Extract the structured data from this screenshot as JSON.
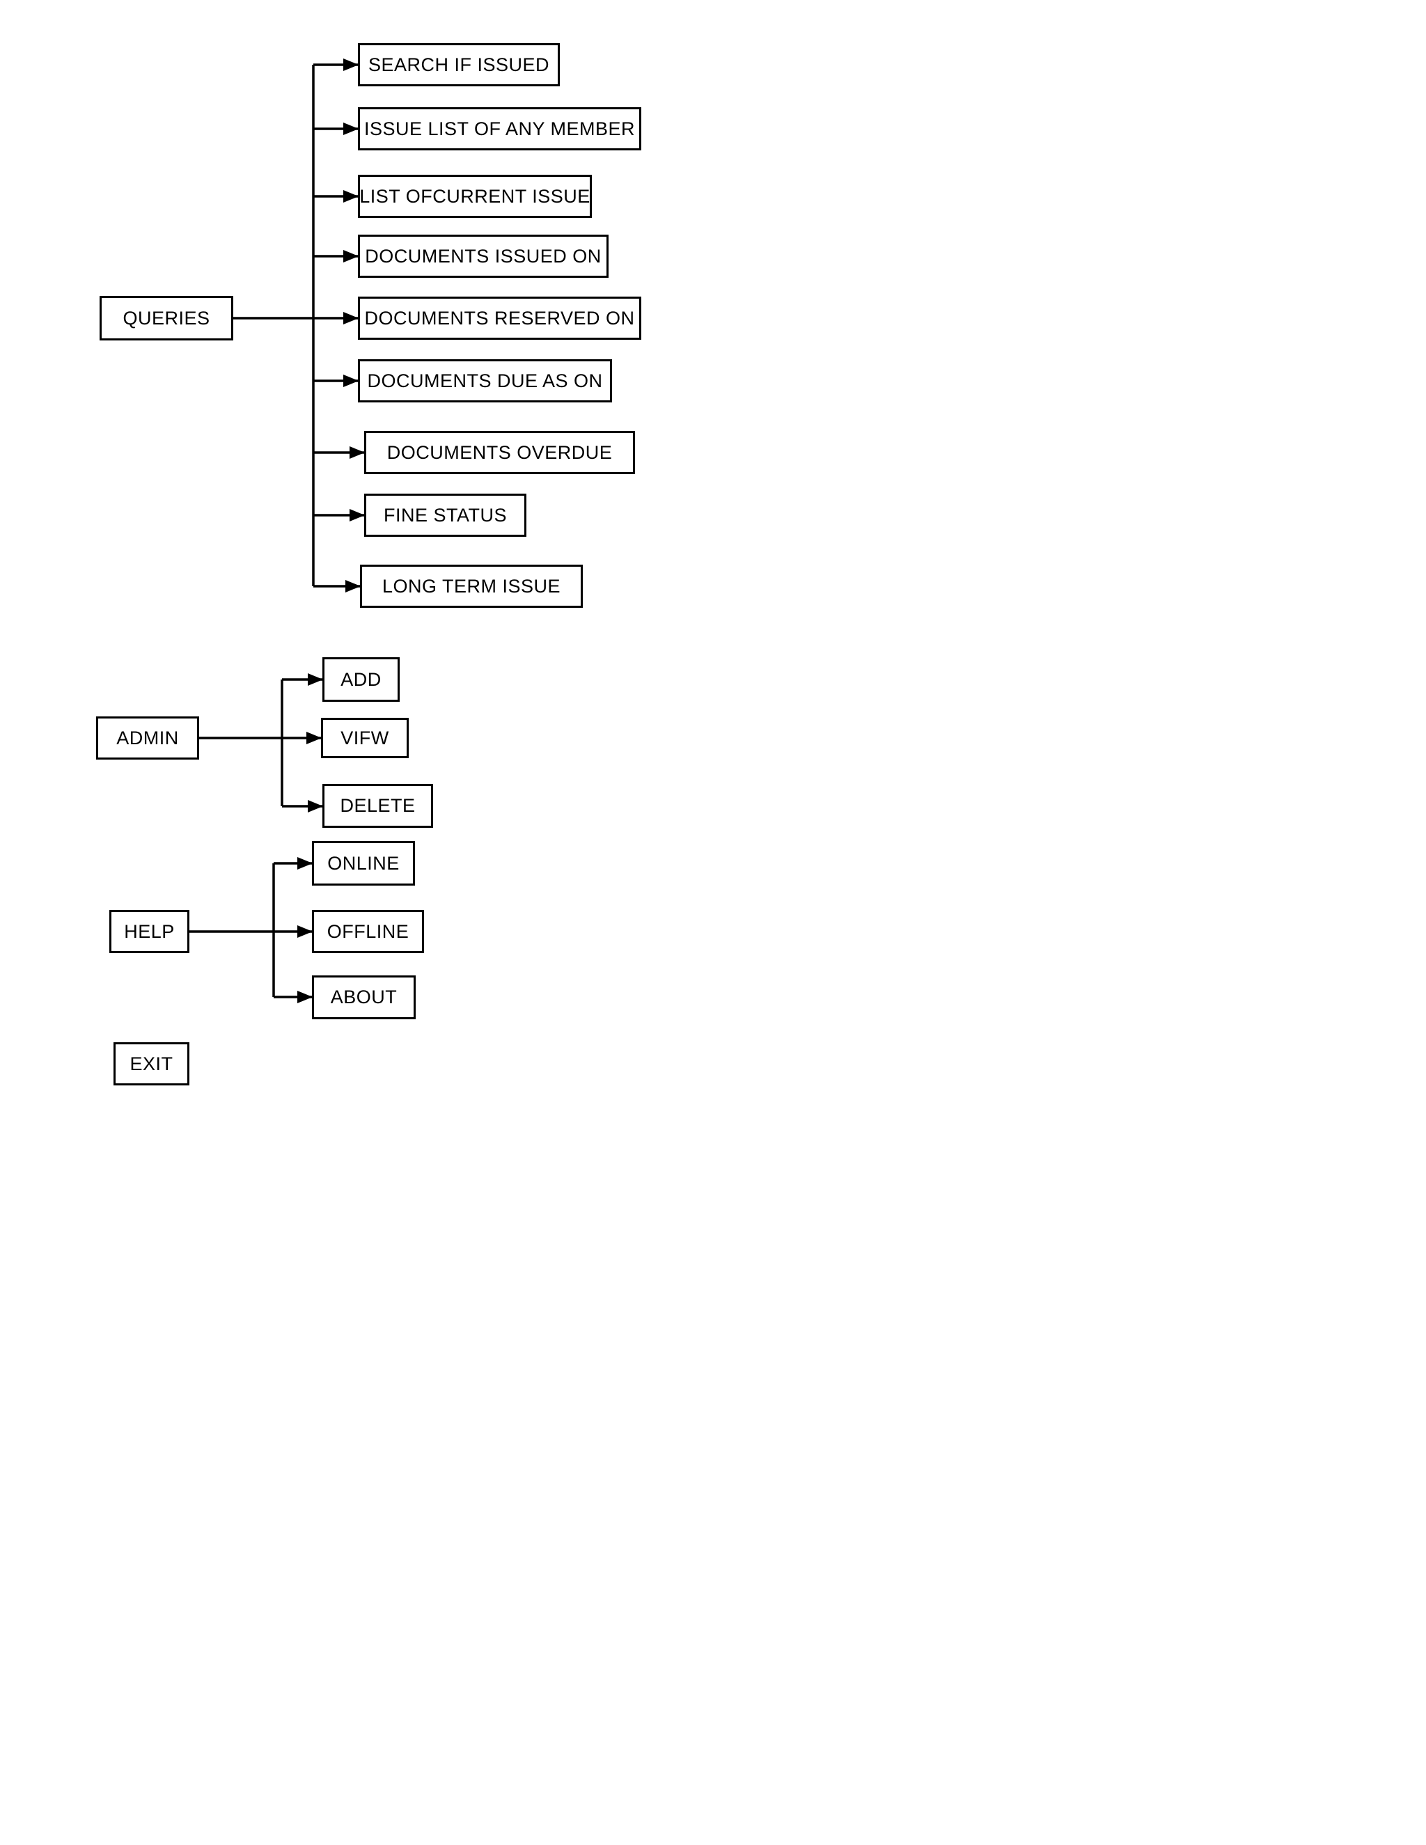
{
  "menu": {
    "groups": [
      {
        "label": "QUERIES",
        "children": [
          "SEARCH IF ISSUED",
          "ISSUE LIST OF ANY MEMBER",
          "LIST OFCURRENT ISSUE",
          "DOCUMENTS ISSUED ON",
          "DOCUMENTS RESERVED ON",
          "DOCUMENTS DUE AS ON",
          "DOCUMENTS OVERDUE",
          "FINE STATUS",
          "LONG TERM ISSUE"
        ]
      },
      {
        "label": "ADMIN",
        "children": [
          "ADD",
          "VIFW",
          "DELETE"
        ]
      },
      {
        "label": "HELP",
        "children": [
          "ONLINE",
          "OFFLINE",
          "ABOUT"
        ]
      },
      {
        "label": "EXIT",
        "children": []
      }
    ],
    "colors": {
      "background": "#ffffff",
      "box_border": "#000000",
      "line": "#000000",
      "text": "#000000"
    }
  }
}
